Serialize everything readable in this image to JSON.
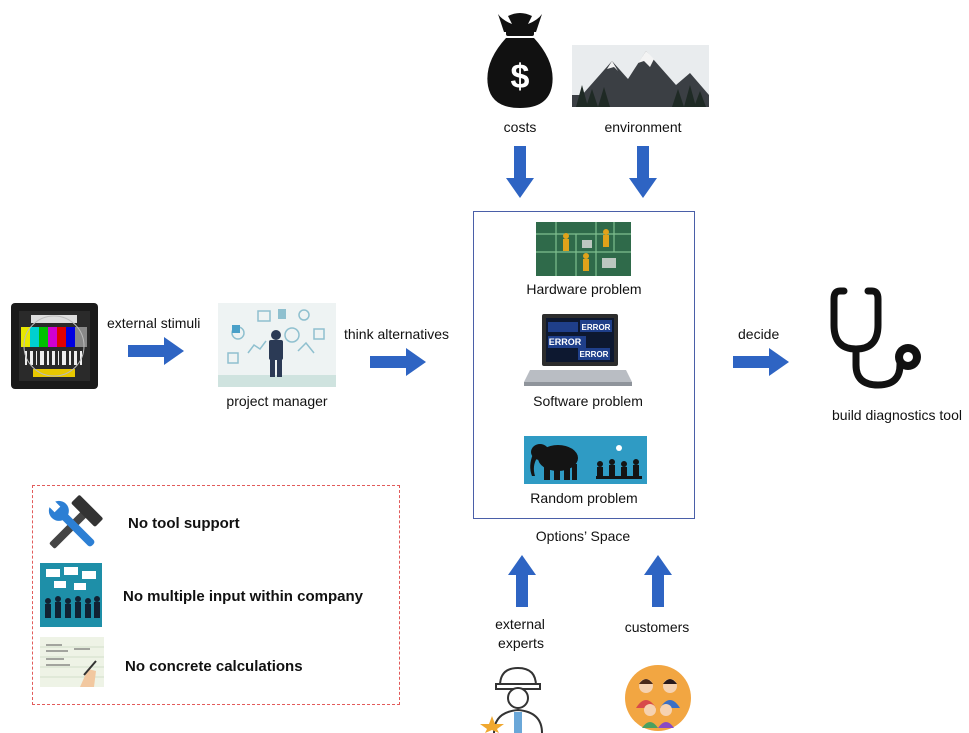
{
  "stimulus": {
    "arrow_label": "external stimuli",
    "icon": "tv-test-pattern"
  },
  "manager": {
    "label": "project manager",
    "icon": "manager-whiteboard"
  },
  "think": {
    "arrow_label": "think alternatives"
  },
  "inputs_top": [
    {
      "label": "costs",
      "icon": "money-bag"
    },
    {
      "label": "environment",
      "icon": "mountains"
    }
  ],
  "options": {
    "caption": "Options’ Space",
    "items": [
      {
        "label": "Hardware problem",
        "icon": "circuit-board-workers"
      },
      {
        "label": "Software problem",
        "icon": "laptop-errors"
      },
      {
        "label": "Random problem",
        "icon": "elephant-in-room"
      }
    ],
    "error_text": "ERROR"
  },
  "inputs_bottom": [
    {
      "label_line1": "external",
      "label_line2": "experts",
      "icon": "expert-worker"
    },
    {
      "label": "customers",
      "icon": "people-group"
    }
  ],
  "decide": {
    "arrow_label": "decide"
  },
  "outcome": {
    "label": "build diagnostics tool",
    "icon": "stethoscope"
  },
  "legend": {
    "items": [
      {
        "label": "No tool support",
        "icon": "hammer-wrench"
      },
      {
        "label": "No multiple input within company",
        "icon": "meeting-people"
      },
      {
        "label": "No concrete calculations",
        "icon": "paper-calculation"
      }
    ]
  },
  "colors": {
    "arrow": "#2e64c3",
    "box_border": "#4a5fa8",
    "legend_border": "#e25b5b"
  }
}
